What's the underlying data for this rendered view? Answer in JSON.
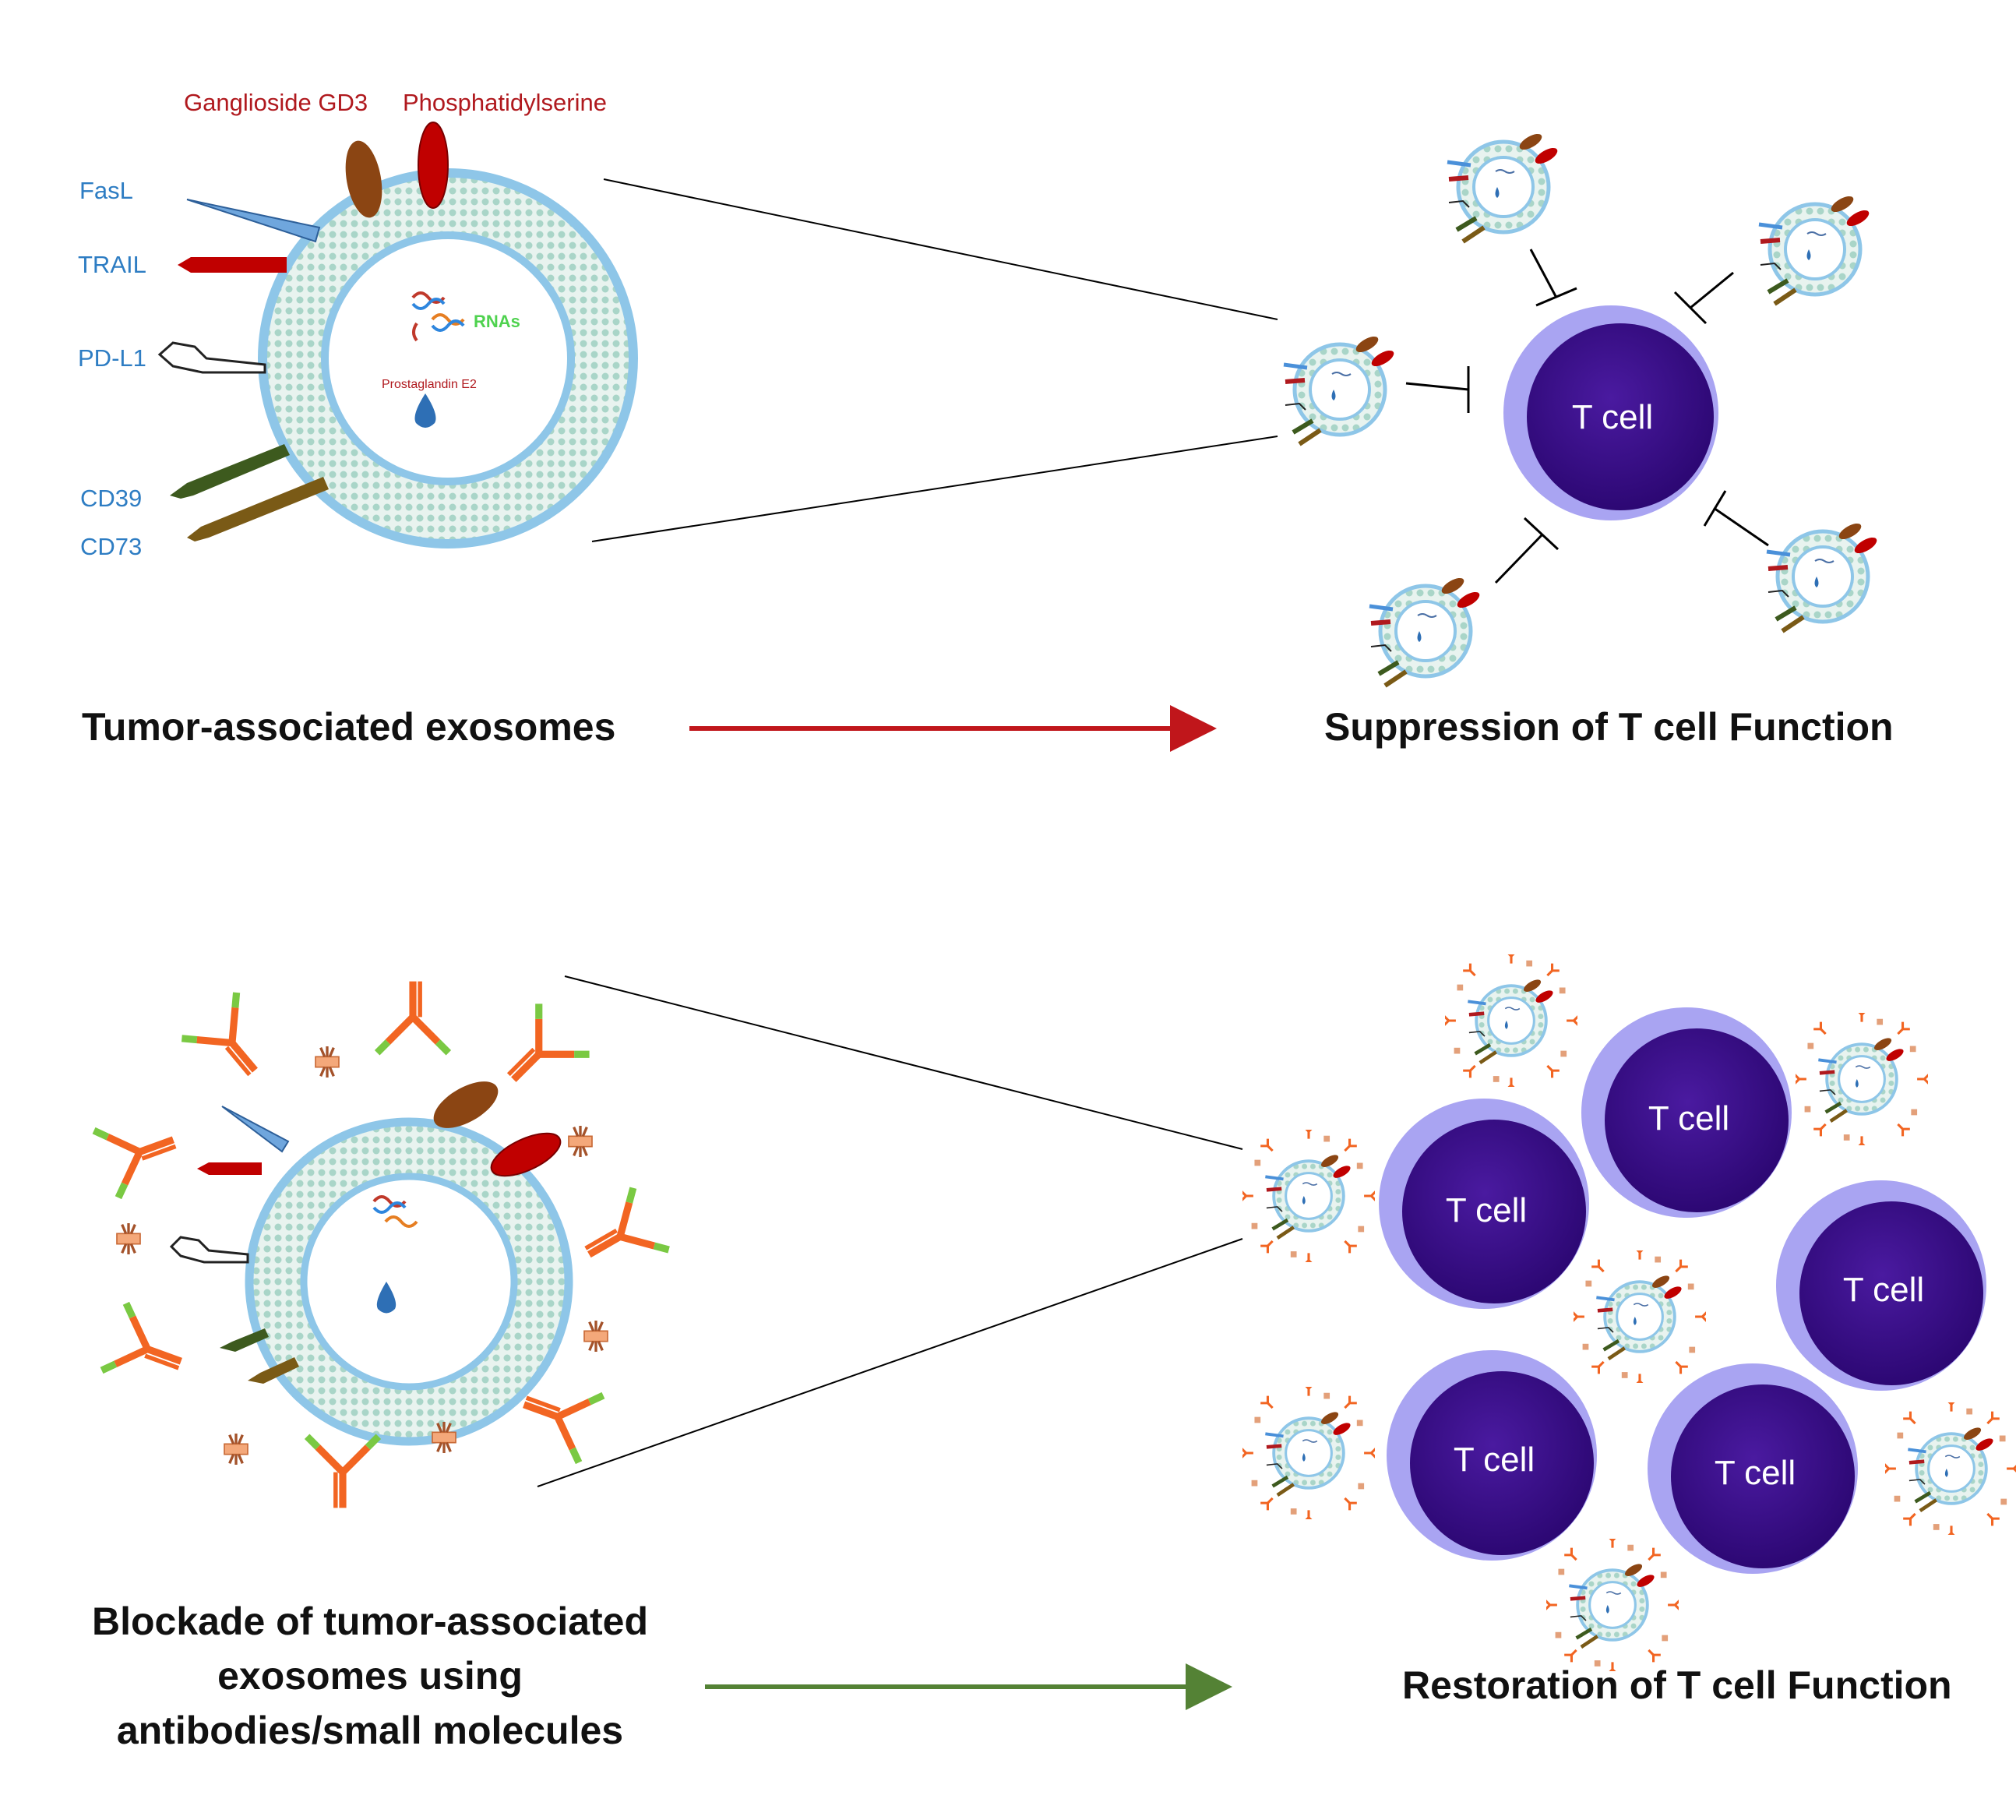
{
  "top_panel": {
    "labels": {
      "ganglioside": "Ganglioside GD3",
      "phosphatidylserine": "Phosphatidylserine",
      "fasl": "FasL",
      "trail": "TRAIL",
      "pdl1": "PD-L1",
      "cd39": "CD39",
      "cd73": "CD73",
      "rnas": "RNAs",
      "prostaglandin": "Prostaglandin E2"
    },
    "caption_left": "Tumor-associated exosomes",
    "caption_right": "Suppression of T cell Function",
    "tcell_label": "T cell"
  },
  "bottom_panel": {
    "caption_left_lines": [
      "Blockade of tumor-associated",
      "exosomes using",
      "antibodies/small molecules"
    ],
    "caption_right": "Restoration of T cell Function",
    "tcell_labels": [
      "T cell",
      "T cell",
      "T cell",
      "T cell",
      "T cell"
    ]
  },
  "colors": {
    "membrane_teal": "#b9dcd2",
    "membrane_blue": "#8ec6e8",
    "tcell_core": "#3a0a8a",
    "tcell_halo": "#a9a4f2",
    "arrow_red": "#c0161b",
    "arrow_green": "#548235",
    "antibody_orange": "#f26522",
    "antibody_green": "#7ac943",
    "small_molecule": "#f4a87a"
  }
}
